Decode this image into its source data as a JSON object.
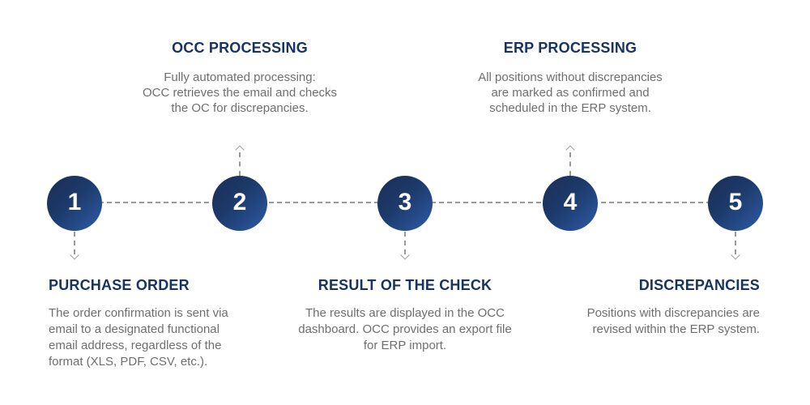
{
  "colors": {
    "background": "#ffffff",
    "accent": "#17335f",
    "body_text": "#6f6f6f",
    "line": "#9a9a9a",
    "circle_gradient_start": "#1a2e55",
    "circle_gradient_mid": "#1d3a6b",
    "circle_gradient_end": "#2e5ba7",
    "number_text": "#ffffff"
  },
  "steps": [
    {
      "number": "1",
      "title": "PURCHASE ORDER",
      "text_position": "below",
      "description": "The order confirmation is sent via email to a designated functional email address, regardless of the format (XLS, PDF, CSV, etc.).",
      "lines": [
        "The order confirmation is sent via",
        "email to a designated functional",
        "email address, regardless of the",
        "format (XLS, PDF, CSV, etc.)."
      ]
    },
    {
      "number": "2",
      "title": "OCC PROCESSING",
      "text_position": "above",
      "description": "Fully automated processing: OCC retrieves the email and checks the OC for discrepancies.",
      "lines": [
        "Fully automated processing:",
        "OCC retrieves the email and checks",
        "the OC for discrepancies."
      ]
    },
    {
      "number": "3",
      "title": "RESULT OF THE CHECK",
      "text_position": "below",
      "description": "The results are displayed in the OCC dashboard. OCC provides an export file for ERP import.",
      "lines": [
        "The results are displayed in the OCC",
        "dashboard. OCC provides an export file",
        "for ERP import."
      ]
    },
    {
      "number": "4",
      "title": "ERP PROCESSING",
      "text_position": "above",
      "description": "All positions without discrepancies are marked as confirmed and scheduled in the ERP system.",
      "lines": [
        "All positions without discrepancies",
        "are marked as confirmed and",
        "scheduled in the ERP system."
      ]
    },
    {
      "number": "5",
      "title": "DISCREPANCIES",
      "text_position": "below",
      "description": "Positions with discrepancies are revised within the ERP system.",
      "lines": [
        "Positions with discrepancies are",
        "revised within the ERP system."
      ]
    }
  ]
}
